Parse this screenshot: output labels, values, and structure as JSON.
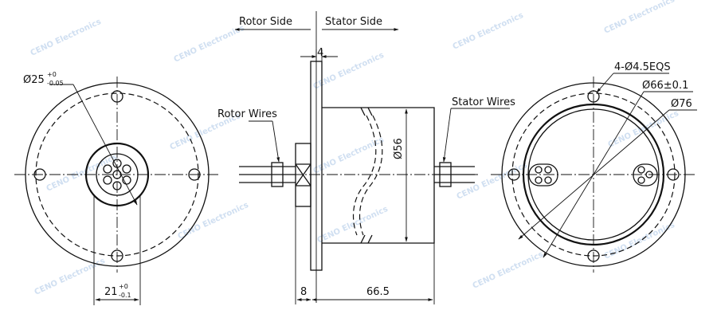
{
  "watermark": "CENO Electronics",
  "labels": {
    "rotor_side": "Rotor Side",
    "stator_side": "Stator Side",
    "rotor_wires": "Rotor Wires",
    "stator_wires": "Stator Wires"
  },
  "dimensions": {
    "flange_width": "4",
    "bore_dia_prefix": "Ø25",
    "bore_dia_tol_upper": "+0",
    "bore_dia_tol_lower": "-0.05",
    "rotor_width_main": "21",
    "rotor_width_tol_upper": "+0",
    "rotor_width_tol_lower": "-0.1",
    "body_dia": "Ø56",
    "flange_thickness": "8",
    "body_length": "66.5",
    "holes": "4-Ø4.5EQS",
    "bolt_circle": "Ø66±0.1",
    "outer_dia": "Ø76"
  }
}
